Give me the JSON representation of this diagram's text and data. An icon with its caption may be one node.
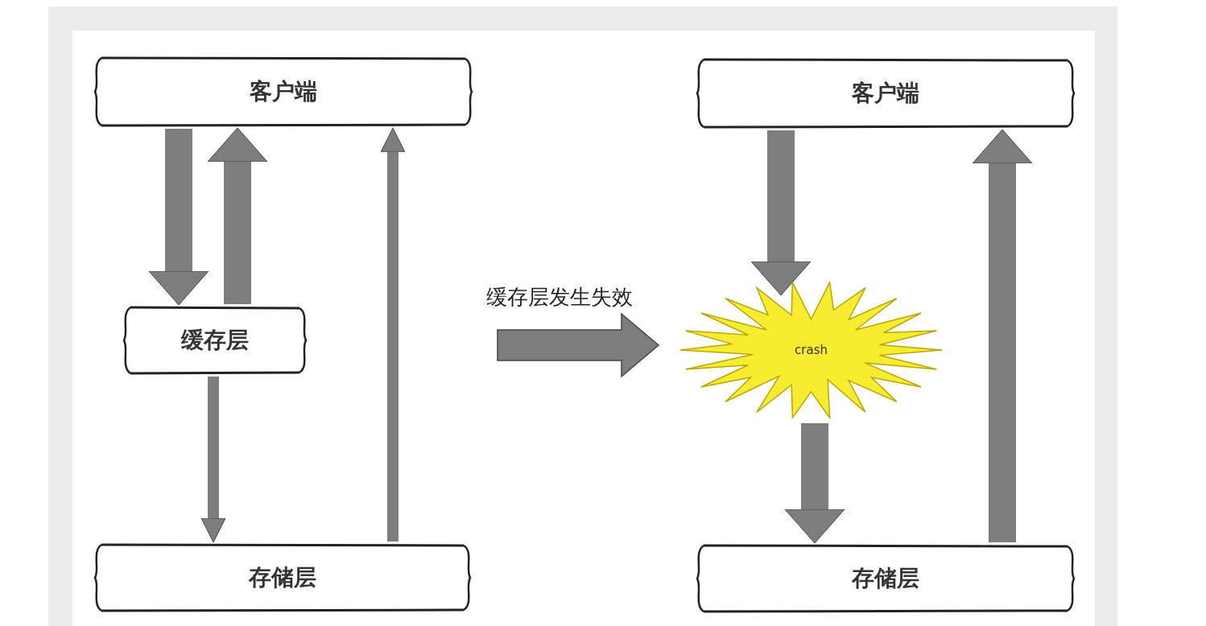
{
  "diagram": {
    "nodes": [
      {
        "text": [
          "客户端"
        ]
      },
      {
        "text": [
          "缓存层"
        ]
      },
      {
        "text": [
          "存储层"
        ]
      },
      {
        "text": [
          "客户端"
        ]
      },
      {
        "text": [
          "crash"
        ]
      },
      {
        "text": [
          "存储层"
        ]
      }
    ],
    "edges": [
      {
        "from": 0,
        "to": 1,
        "arrow": "to"
      },
      {
        "from": 1,
        "to": 0,
        "arrow": "to"
      },
      {
        "from": 1,
        "to": 2,
        "arrow": "to"
      },
      {
        "from": 2,
        "to": 0,
        "arrow": "to"
      },
      {
        "from": 3,
        "to": 4,
        "arrow": "to"
      },
      {
        "from": 4,
        "to": 5,
        "arrow": "to"
      },
      {
        "from": 5,
        "to": 3,
        "arrow": "to"
      }
    ],
    "labels": [
      "缓存层发生失效"
    ]
  }
}
